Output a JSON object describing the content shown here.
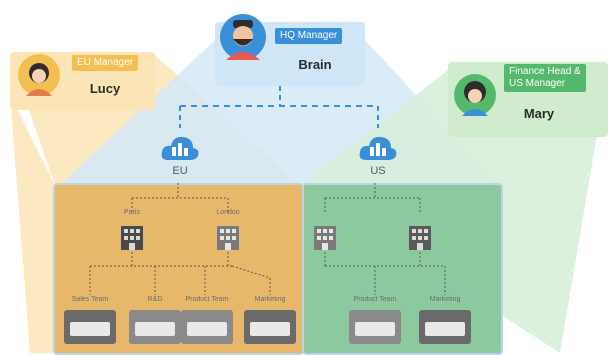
{
  "people": {
    "lucy": {
      "role": "EU Manager",
      "name": "Lucy"
    },
    "brain": {
      "role": "HQ Manager",
      "name": "Brain"
    },
    "mary": {
      "role_line1": "Finance Head &",
      "role_line2": "US Manager",
      "name": "Mary"
    }
  },
  "regions": {
    "eu": "EU",
    "us": "US"
  },
  "eu_nodes": {
    "left": "Paris",
    "right": "London"
  },
  "eu_leaves": [
    "Sales Team",
    "R&D",
    "Product Team",
    "Marketing"
  ],
  "us_leaves": [
    "Product Team",
    "Marketing"
  ],
  "colors": {
    "eu_accent": "#f4bf52",
    "hq_accent": "#3a8fd9",
    "us_accent": "#54b96d",
    "eu_panel": "#e7b86a",
    "us_panel": "#8cc99f"
  }
}
